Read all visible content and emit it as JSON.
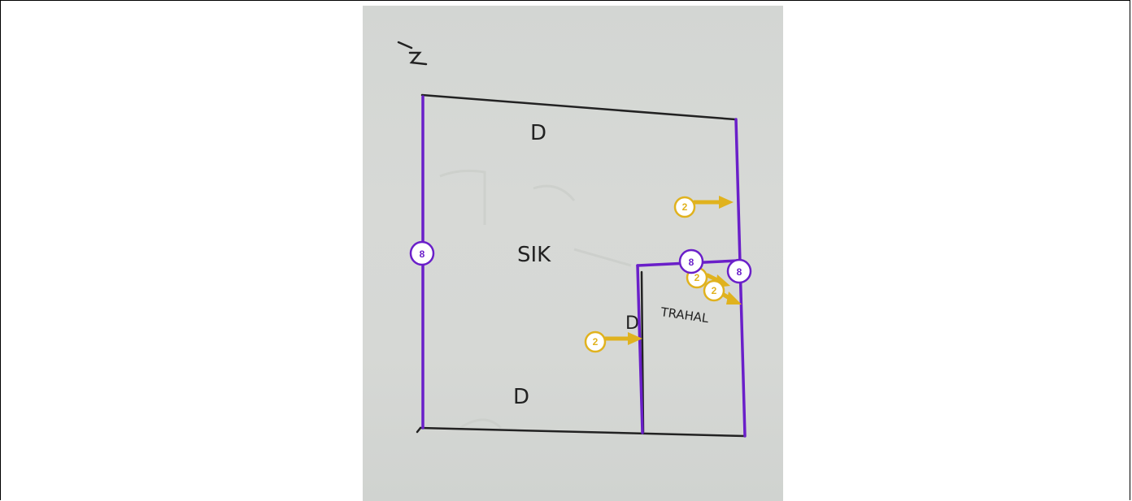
{
  "sketch": {
    "corner_mark": "~2",
    "door_marks": {
      "top": "D",
      "bottom": "D",
      "inner": "D"
    },
    "room_labels": {
      "main": "SIK",
      "small": "TRAHAL"
    }
  },
  "annotations": {
    "wall_badges": {
      "left": "8",
      "inner_top": "8",
      "right": "8"
    },
    "opening_badges": {
      "upper_right": "2",
      "inner_a": "2",
      "inner_b": "2",
      "lower_left": "2"
    }
  },
  "colors": {
    "wall_line": "#6a1fc9",
    "opening_arrow": "#e0b21e",
    "sketch_ink": "#222222",
    "paper": "#d6d8d5"
  }
}
